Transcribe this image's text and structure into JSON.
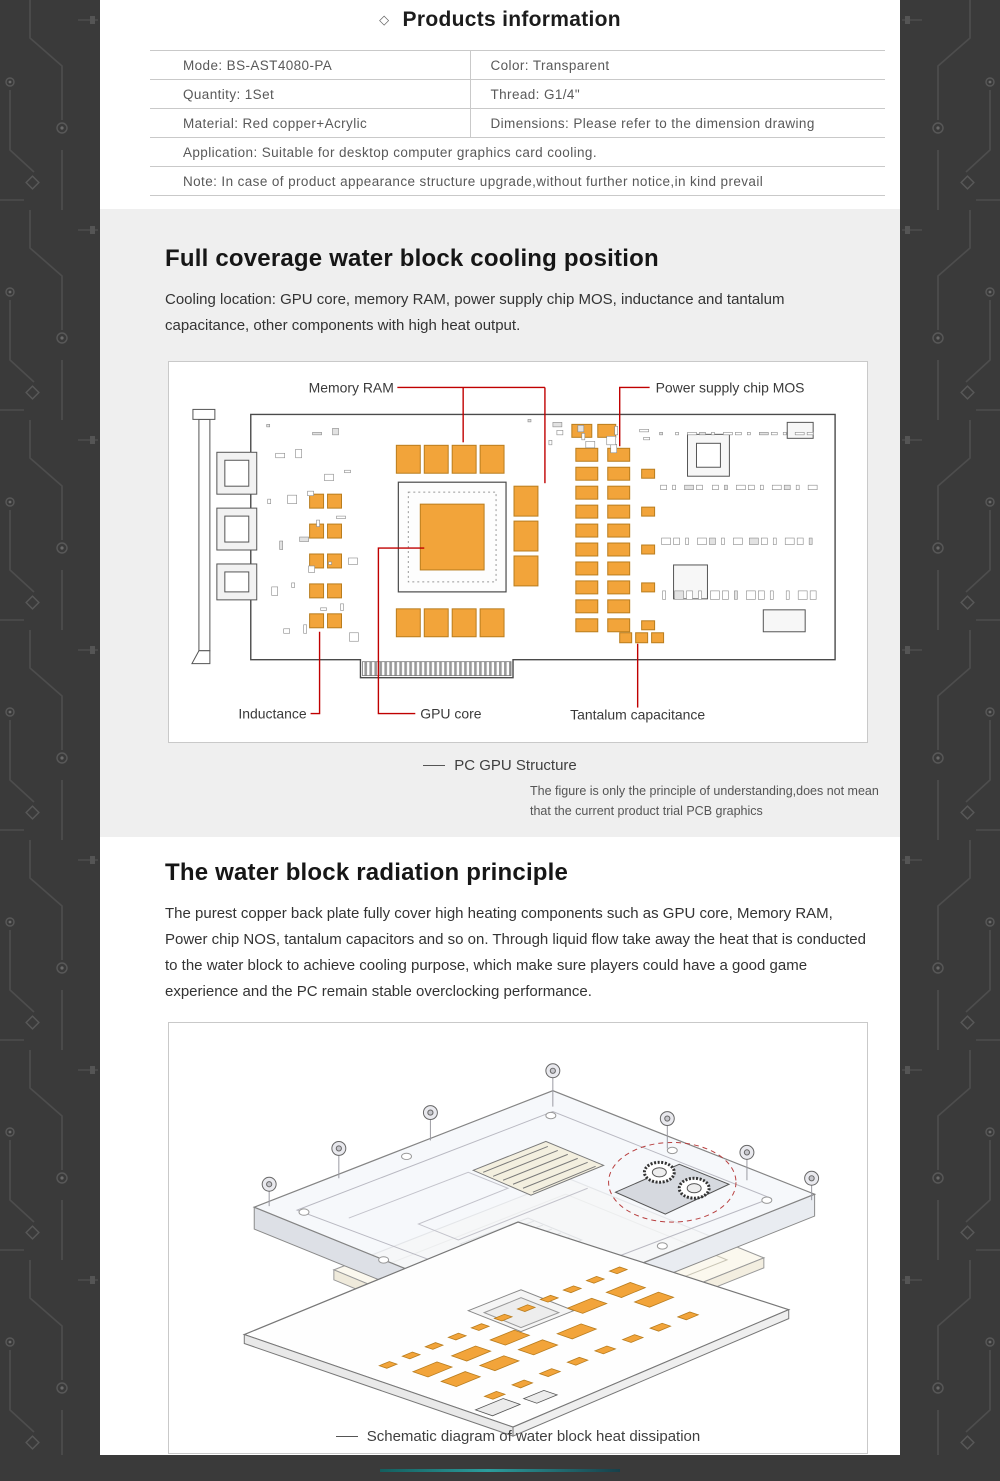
{
  "colors": {
    "accent_orange": "#f2a43a",
    "annotation_red": "#c00000",
    "frame_dark": "#3a3a3a",
    "section_gray": "#efefef"
  },
  "header": {
    "diamond_icon": "◇",
    "title": "Products information"
  },
  "spec_table": {
    "rows": [
      {
        "left": "Mode: BS-AST4080-PA",
        "right": "Color: Transparent"
      },
      {
        "left": "Quantity: 1Set",
        "right": "Thread: G1/4\""
      },
      {
        "left": "Material: Red copper+Acrylic",
        "right": "Dimensions: Please refer to the dimension drawing"
      }
    ],
    "application": "Application: Suitable for desktop computer graphics card cooling.",
    "note": "Note: In case of product appearance structure upgrade,without further notice,in kind prevail"
  },
  "cooling": {
    "heading": "Full coverage water block cooling position",
    "body": "Cooling location: GPU core, memory RAM, power supply chip MOS, inductance and tantalum capacitance, other components with high heat output.",
    "labels": {
      "memory": "Memory RAM",
      "power_mos": "Power supply chip MOS",
      "inductance": "Inductance",
      "gpu_core": "GPU core",
      "tantalum": "Tantalum capacitance"
    },
    "caption": "PC GPU Structure",
    "note_lines": [
      "The figure is only the principle of understanding,does not mean",
      "that the current product trial PCB graphics"
    ]
  },
  "radiation": {
    "heading": "The water block radiation principle",
    "body": "The purest copper back plate fully cover high heating components such as GPU core, Memory RAM, Power chip NOS, tantalum capacitors and so on. Through liquid flow take away the heat that is conducted to the water block to achieve cooling purpose, which make sure players could have a good game experience and the PC remain stable overclocking performance.",
    "caption": "Schematic diagram of water block heat dissipation"
  }
}
